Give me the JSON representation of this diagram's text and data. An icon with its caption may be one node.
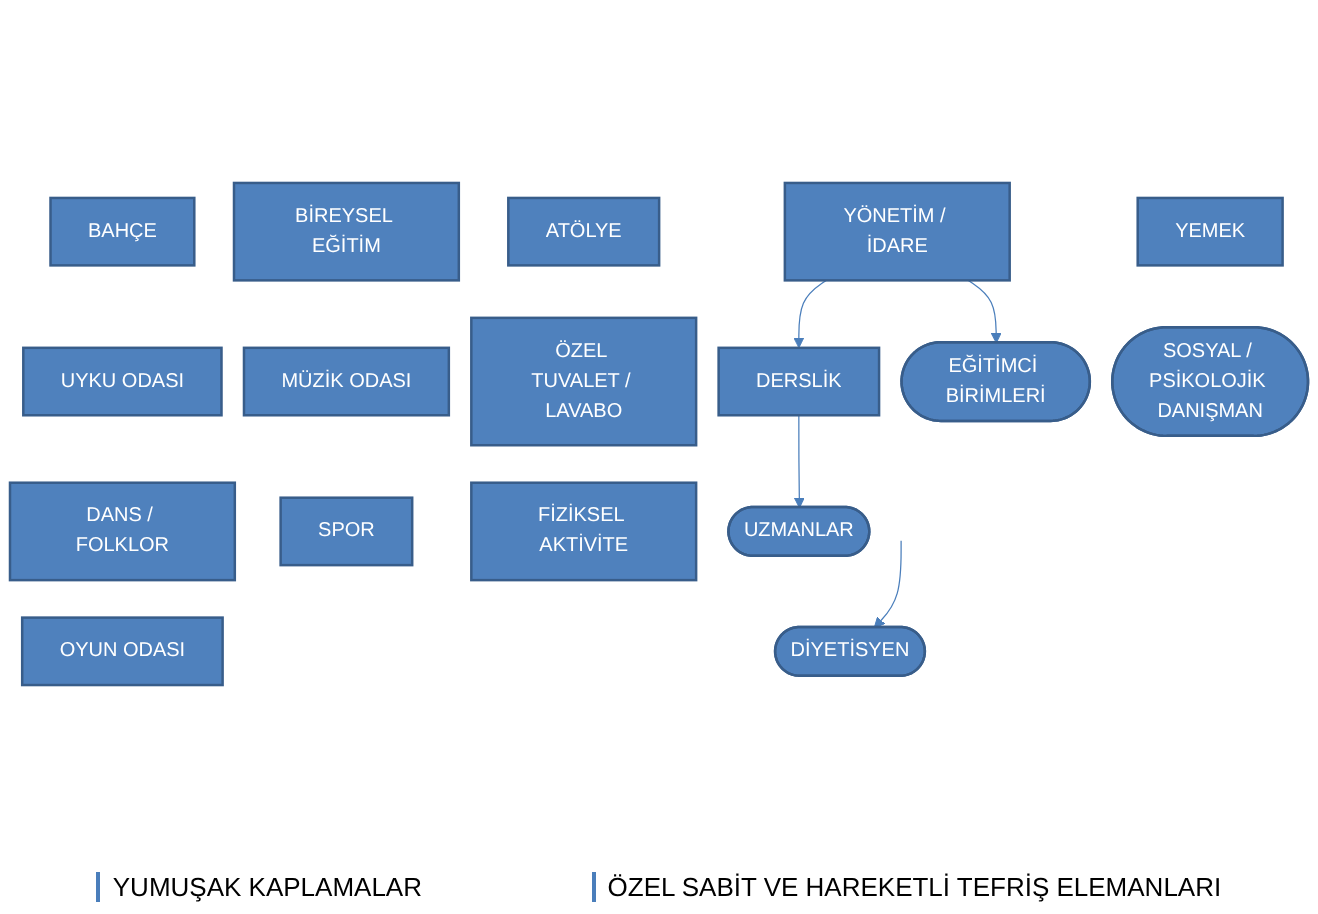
{
  "diagram": {
    "nodes": [
      {
        "text": [
          "YÖNETİM / İDARE"
        ]
      },
      {
        "text": [
          "BAHÇE"
        ]
      },
      {
        "text": [
          "BİREYSEL EĞİTİM"
        ]
      },
      {
        "text": [
          "ATÖLYE"
        ]
      },
      {
        "text": [
          "DERSLİK"
        ]
      },
      {
        "text": [
          "UYKU ODASI"
        ]
      },
      {
        "text": [
          "MÜZİK ODASI"
        ]
      },
      {
        "text": [
          "ÖZEL TUVALET / LAVABO"
        ]
      },
      {
        "text": [
          "DANS / FOLKLOR"
        ]
      },
      {
        "text": [
          "YEMEK"
        ]
      },
      {
        "text": [
          "OYUN ODASI"
        ]
      },
      {
        "text": [
          "SPOR"
        ]
      },
      {
        "text": [
          "FİZİKSEL AKTİVİTE"
        ]
      },
      {
        "text": [
          "EĞİTİMCİ BİRİMLERİ"
        ]
      },
      {
        "text": [
          "UZMANLAR"
        ]
      },
      {
        "text": [
          "DİYETİSYEN"
        ]
      },
      {
        "text": [
          "SOSYAL / PSİKOLOJİK DANIŞMAN"
        ]
      }
    ],
    "edges": [
      {
        "from": 0,
        "to": 4,
        "arrow": "to"
      },
      {
        "from": 0,
        "to": 13,
        "arrow": "to"
      },
      {
        "from": 4,
        "to": 14,
        "arrow": "to"
      },
      {
        "from": null,
        "to": 15,
        "arrow": "to"
      }
    ],
    "labels": [
      "YUMUŞAK KAPLAMALAR",
      "ÖZEL SABİT VE HAREKETLİ TEFRİŞ ELEMANLARI"
    ]
  }
}
